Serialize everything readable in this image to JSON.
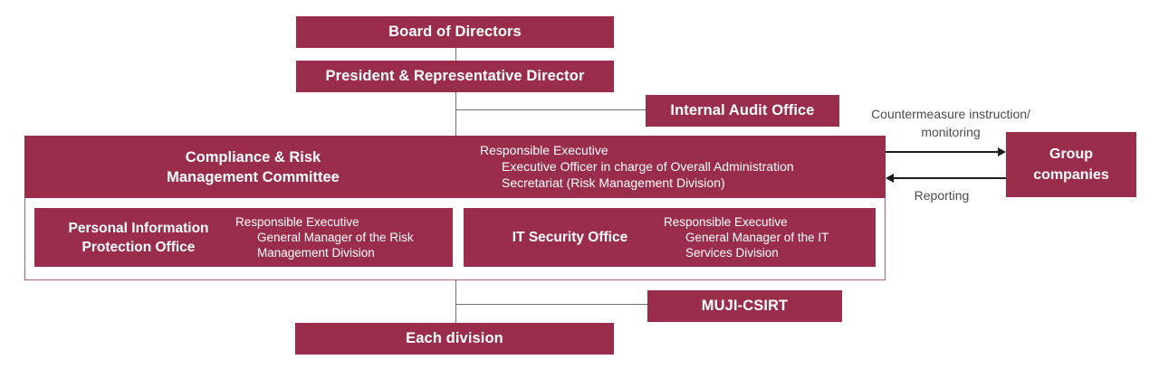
{
  "diagram": {
    "colors": {
      "maroon": "#9a2d4b",
      "border_light": "#ae6179",
      "line_gray": "#707070",
      "arrow_black": "#1d1d1b",
      "label_gray": "#4b4b4b"
    },
    "nodes": {
      "board": {
        "label": "Board of Directors"
      },
      "president": {
        "label": "President & Representative Director"
      },
      "internal_audit": {
        "label": "Internal Audit Office"
      },
      "committee": {
        "title": [
          "Compliance & Risk",
          "Management Committee"
        ],
        "exec": [
          "Responsible Executive",
          "Executive Officer in charge of Overall Administration",
          "Secretariat (Risk Management Division)"
        ]
      },
      "pio": {
        "title": [
          "Personal Information",
          "Protection Office"
        ],
        "exec": [
          "Responsible Executive",
          "General Manager of the Risk",
          "Management Division"
        ]
      },
      "itso": {
        "title": [
          "IT Security Office"
        ],
        "exec": [
          "Responsible Executive",
          "General Manager of the IT",
          "Services Division"
        ]
      },
      "muji_csirt": {
        "label": "MUJI-CSIRT"
      },
      "each_division": {
        "label": "Each division"
      },
      "group_companies": {
        "title": [
          "Group",
          "companies"
        ]
      }
    },
    "arrows": {
      "to_group_line1": "Countermeasure instruction/",
      "to_group_line2": "monitoring",
      "from_group": "Reporting"
    }
  }
}
